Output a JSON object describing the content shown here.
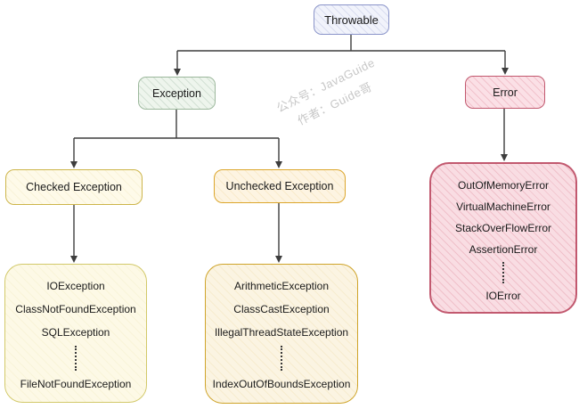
{
  "title": "Java Throwable exception hierarchy diagram",
  "nodes": {
    "throwable": {
      "label": "Throwable",
      "fill": "#f1f3fb",
      "border": "#8a94c9"
    },
    "exception": {
      "label": "Exception",
      "fill": "#eef5ed",
      "border": "#9cb89c"
    },
    "error": {
      "label": "Error",
      "fill": "#fbe0e6",
      "border": "#c2596f"
    },
    "checked_exception": {
      "label": "Checked Exception",
      "fill": "#fefae9",
      "border": "#cdb54a"
    },
    "unchecked_exception": {
      "label": "Unchecked Exception",
      "fill": "#fdf4e2",
      "border": "#dca62c"
    }
  },
  "lists": {
    "checked": {
      "fill": "#fdf9e6",
      "border": "#d2c96a",
      "items": [
        "IOException",
        "ClassNotFoundException",
        "SQLException",
        "FileNotFoundException"
      ]
    },
    "unchecked": {
      "fill": "#fbf4e2",
      "border": "#cfa42a",
      "items": [
        "ArithmeticException",
        "ClassCastException",
        "IllegalThreadStateException",
        "IndexOutOfBoundsException"
      ]
    },
    "error": {
      "fill": "#f9dde3",
      "border": "#c2596f",
      "items": [
        "OutOfMemoryError",
        "VirtualMachineError",
        "StackOverFlowError",
        "AssertionError",
        "IOError"
      ]
    }
  },
  "watermark": {
    "line1": "公众号：JavaGuide",
    "line2": "作者：Guide哥"
  },
  "arrow_color": "#3d3d3d"
}
